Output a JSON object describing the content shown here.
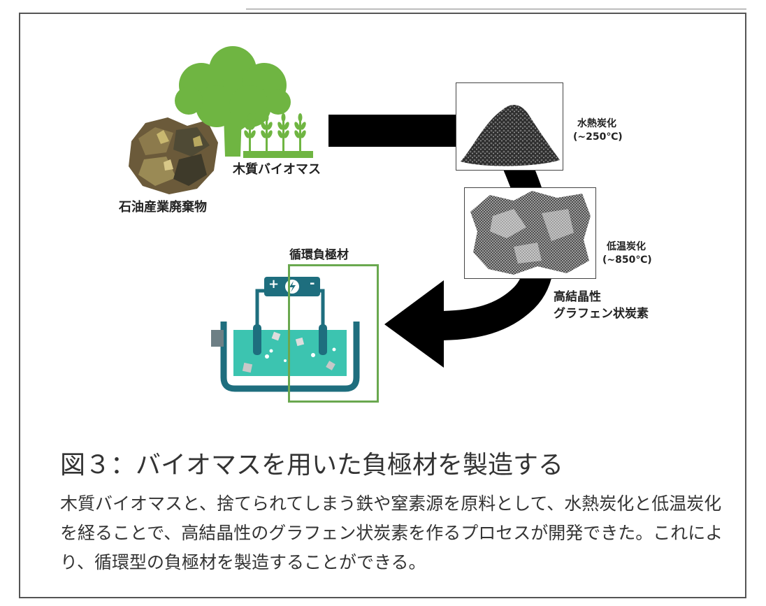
{
  "labels": {
    "woody_biomass": "木質バイオマス",
    "petroleum_waste": "石油産業廃棄物",
    "hydrothermal": "水熱炭化",
    "hydrothermal_temp": "(~250℃)",
    "low_temp": "低温炭化",
    "low_temp_temp": "(~850℃)",
    "graphene_line1": "高結晶性",
    "graphene_line2": "グラフェン状炭素",
    "anode": "循環負極材"
  },
  "figure": {
    "title": "図３：バイオマスを用いた負極材を製造する",
    "caption": "木質バイオマスと、捨てられてしまう鉄や窒素源を原料として、水熱炭化と低温炭化を経ることで、高結晶性のグラフェン状炭素を作るプロセスが開発できた。これにより、循環型の負極材を製造することができる。"
  },
  "battery": {
    "plus": "+",
    "minus": "-"
  },
  "colors": {
    "tree_green": "#6fb542",
    "battery_teal": "#1e6e7e",
    "electrolyte": "#3cc4b0",
    "highlight_box": "#6aa84f"
  }
}
